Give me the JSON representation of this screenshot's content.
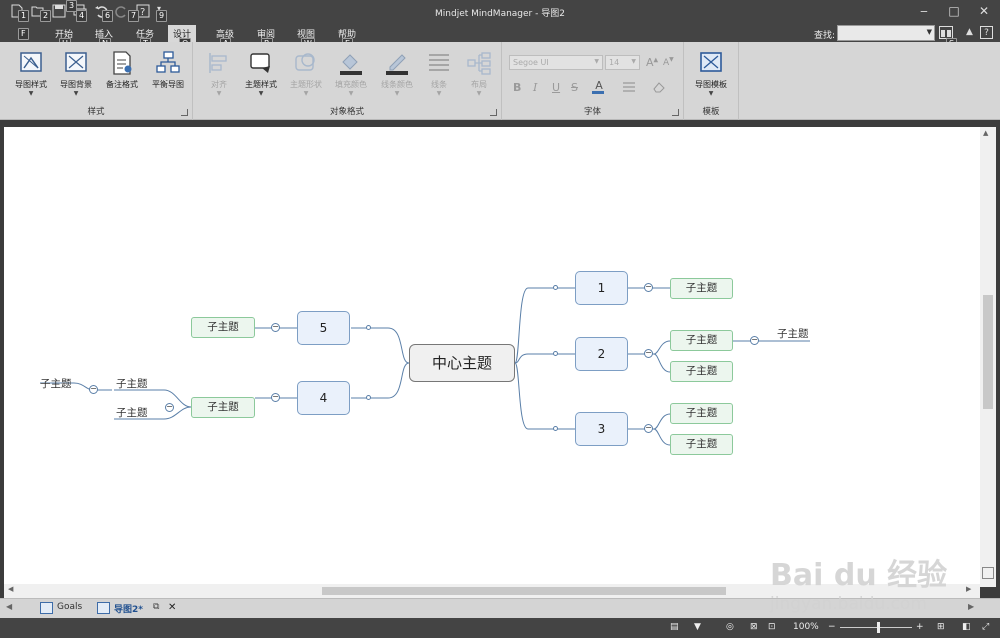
{
  "window": {
    "title": "Mindjet MindManager - 导图2"
  },
  "qat_keytips": [
    "F",
    "1",
    "2",
    "3",
    "4",
    "6",
    "7",
    "9"
  ],
  "ribbon_tabs": [
    {
      "label": "开始",
      "keytip": "H"
    },
    {
      "label": "插入",
      "keytip": "N"
    },
    {
      "label": "任务",
      "keytip": "T"
    },
    {
      "label": "设计",
      "keytip": "O"
    },
    {
      "label": "高级",
      "keytip": "A"
    },
    {
      "label": "审阅",
      "keytip": "R"
    },
    {
      "label": "视图",
      "keytip": "W"
    },
    {
      "label": "帮助",
      "keytip": "E"
    }
  ],
  "active_tab": "设计",
  "search": {
    "label": "查找:",
    "value": ""
  },
  "search_keytip": "S",
  "ribbon": {
    "style_group": {
      "label": "样式",
      "buttons": [
        "导图样式",
        "导图背景",
        "备注格式",
        "平衡导图"
      ]
    },
    "object_format_group": {
      "label": "对象格式",
      "buttons": [
        "对齐",
        "主题样式",
        "主题形状",
        "填充颜色",
        "线条颜色",
        "线条",
        "布局"
      ]
    },
    "font_group": {
      "label": "字体",
      "font_name": "Segoe UI",
      "font_size": "14",
      "format_buttons": [
        "B",
        "I",
        "U",
        "S"
      ]
    },
    "template_group": {
      "label": "模板",
      "buttons": [
        "导图模板"
      ]
    }
  },
  "map": {
    "central": "中心主题",
    "right_topics": [
      {
        "label": "1",
        "subtopics": [
          "子主题"
        ]
      },
      {
        "label": "2",
        "subtopics": [
          "子主题",
          "子主题"
        ],
        "nested": "子主题"
      },
      {
        "label": "3",
        "subtopics": [
          "子主题",
          "子主题"
        ]
      }
    ],
    "left_topics": [
      {
        "label": "5",
        "subtopics": [
          "子主题"
        ]
      },
      {
        "label": "4",
        "subtopics": [
          "子主题"
        ],
        "nested_parent": "子主题",
        "nested_children": [
          "子主题",
          "子主题"
        ]
      }
    ]
  },
  "doc_tabs": [
    {
      "label": "Goals"
    },
    {
      "label": "导图2*"
    }
  ],
  "status": {
    "zoom": "100%"
  },
  "watermark": {
    "brand": "Bai du 经验",
    "url": "jingyan.baidu.com"
  },
  "colors": {
    "topic_border": "#7d9ec4",
    "subtopic_border": "#8cc99b",
    "chrome_dark": "#444444",
    "ribbon_bg": "#d6d6d6"
  }
}
